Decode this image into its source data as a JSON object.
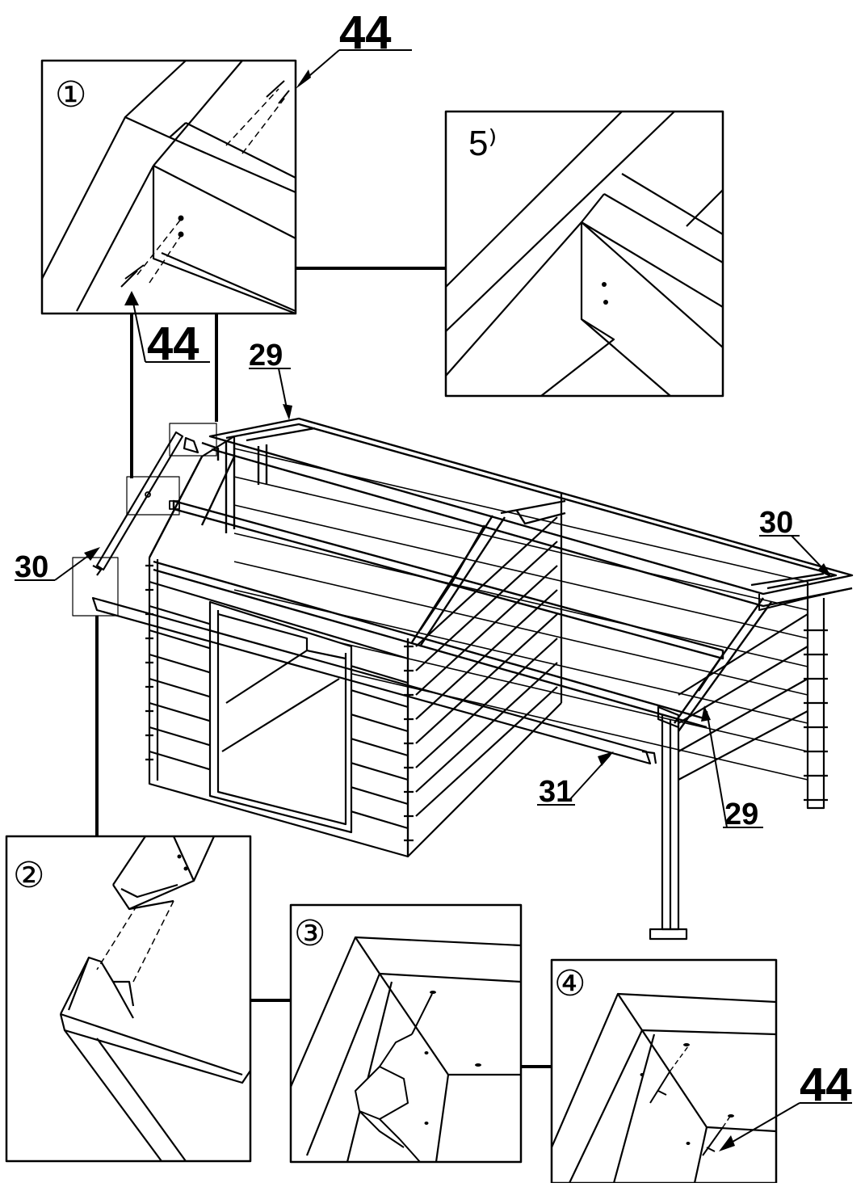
{
  "diagram": {
    "colors": {
      "ink": "#000000",
      "paper": "#ffffff"
    },
    "part_labels": {
      "p44_top": "44",
      "p44_inset1": "44",
      "p44_inset4": "44",
      "p29_top": "29",
      "p29_right": "29",
      "p30_left": "30",
      "p30_right": "30",
      "p31": "31"
    },
    "step_labels": {
      "s1": "①",
      "s2": "②",
      "s3": "③",
      "s4": "④",
      "s5": "5⁾"
    },
    "icons": [
      "drill-icon",
      "screw-icon",
      "bracket-icon"
    ]
  }
}
